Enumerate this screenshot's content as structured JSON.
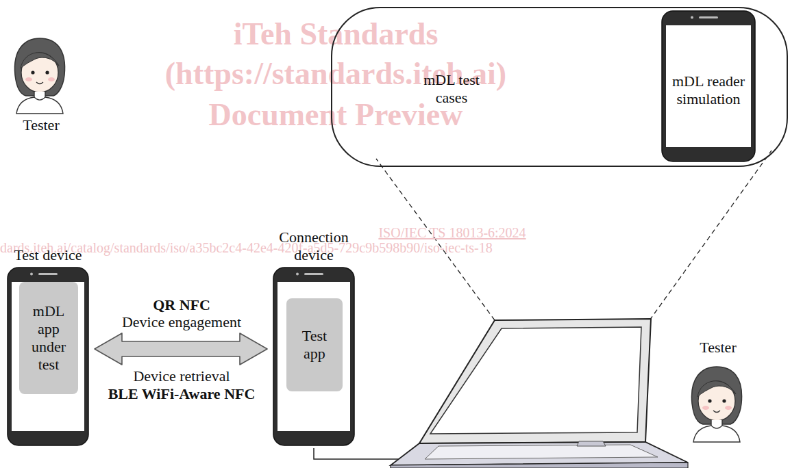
{
  "diagram": {
    "nodes": [
      {
        "text": [
          "Test device"
        ]
      },
      {
        "text": [
          "mDL app under test"
        ],
        "in": 0
      },
      {
        "text": [
          "Connection device"
        ]
      },
      {
        "text": [
          "Test app"
        ],
        "in": 2
      },
      {
        "text": [
          "mDL test cases"
        ]
      },
      {
        "text": [
          "mDL reader simulation"
        ],
        "in": 4
      }
    ],
    "edges": [
      {
        "from": 0,
        "to": 2,
        "arrow": "both"
      }
    ],
    "labels": [
      "iTeh Standards",
      "(https://standards.iteh.ai)",
      "Document Preview",
      "ISO/IEC TS 18013-6:2024",
      "dards.iteh.ai/catalog/standards/iso/a35bc2c4-42e4-420f-a5d5-729c9b598b90/iso-iec-ts-18",
      "QR NFC",
      "Device engagement",
      "Device retrieval",
      "BLE WiFi-Aware NFC",
      "Tester",
      "Tester"
    ]
  }
}
